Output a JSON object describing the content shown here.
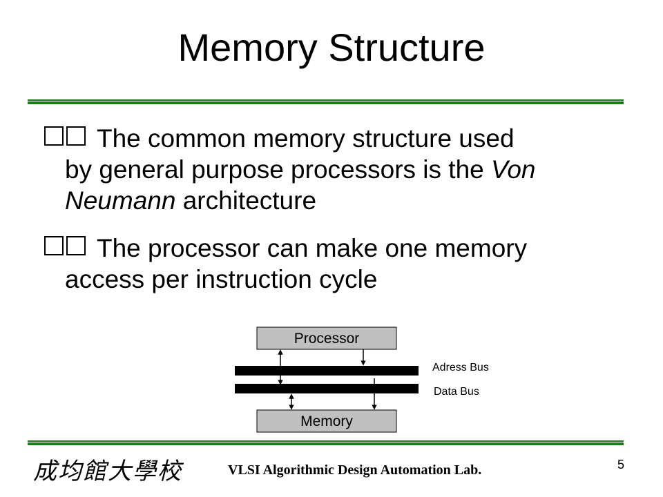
{
  "slide": {
    "title": "Memory Structure",
    "bullets": [
      {
        "marker": "",
        "text_start": "The common memory structure used",
        "text_line2_start": "by general purpose processors is the ",
        "text_italic_1": "Von",
        "text_italic_2": "Neumann",
        "text_end": " architecture"
      },
      {
        "marker": "",
        "text_line1": "The processor can make one memory",
        "text_line2": "access per instruction cycle"
      }
    ],
    "diagram": {
      "processor_label": "Processor",
      "memory_label": "Memory",
      "address_bus_label": "Adress Bus",
      "data_bus_label": "Data Bus",
      "box_fill": "#c0c0c0",
      "bus_color": "#000000"
    }
  },
  "footer": {
    "logo_text": "成均館大學校",
    "lab_name": "VLSI Algorithmic Design Automation Lab.",
    "page_number": "5"
  },
  "colors": {
    "rule_green": "#1f7a1f",
    "text": "#000000",
    "background": "#ffffff"
  }
}
